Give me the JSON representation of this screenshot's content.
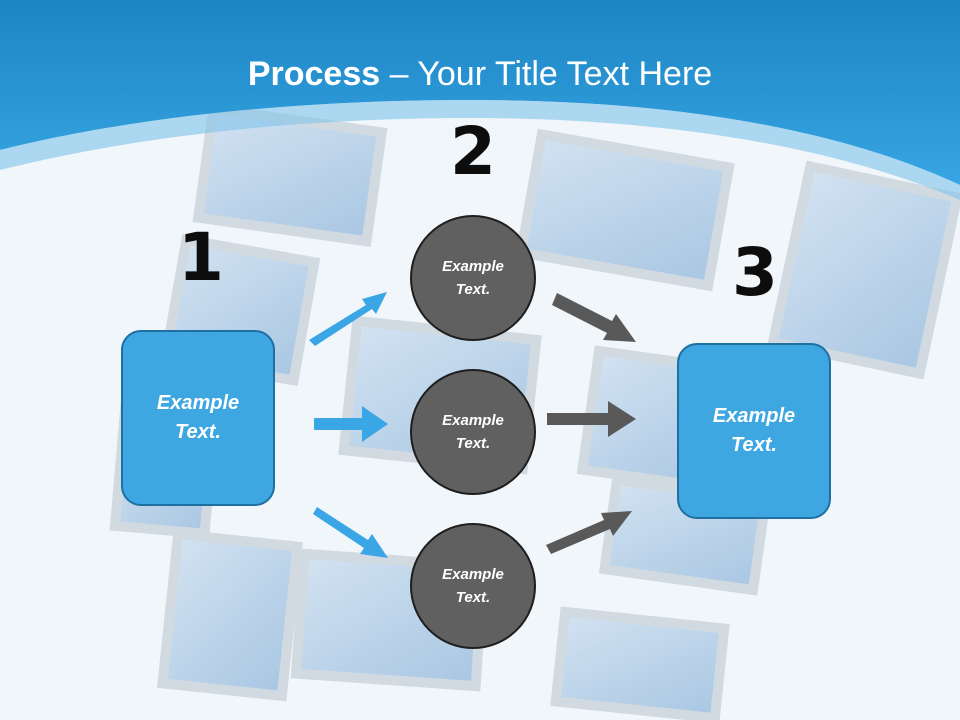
{
  "title": {
    "bold": "Process",
    "rest": " – Your Title Text Here"
  },
  "steps": {
    "one": "1",
    "two": "2",
    "three": "3"
  },
  "left_box": {
    "text": "Example Text."
  },
  "right_box": {
    "text": "Example Text."
  },
  "circles": [
    {
      "text": "Example Text."
    },
    {
      "text": "Example Text."
    },
    {
      "text": "Example Text."
    }
  ],
  "colors": {
    "header_blue": "#2a9ad9",
    "box_blue": "#3ea7e2",
    "arrow_blue": "#3aa6e6",
    "circle_gray": "#606060",
    "arrow_gray": "#595959"
  }
}
